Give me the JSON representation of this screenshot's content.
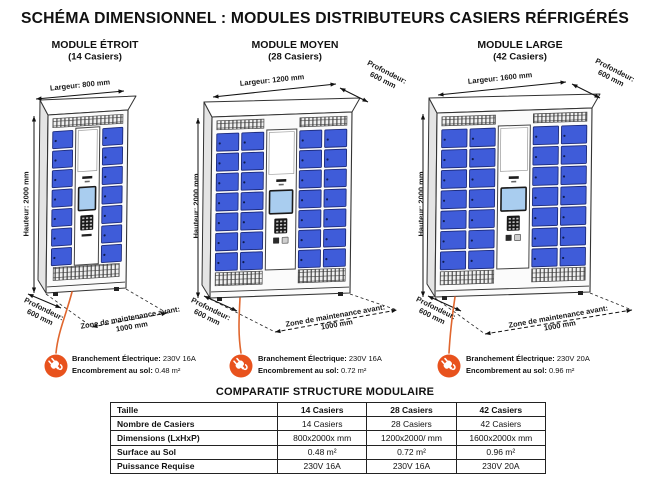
{
  "title": "SCHÉMA DIMENSIONNEL : MODULES DISTRIBUTEURS CASIERS RÉFRIGÉRÉS",
  "modules": [
    {
      "name": "MODULE ÉTROIT",
      "capacity": "(14 Casiers)",
      "largeur": "Largeur: 800 mm",
      "hauteur": "Hauteur: 2000 mm",
      "profondeur": [
        "Profondeur:",
        "600 mm"
      ],
      "zone": [
        "Zone de maintenance avant:",
        "1000 mm"
      ],
      "branchement": {
        "label": "Branchement Électrique:",
        "value": "230V 16A"
      },
      "encombrement": {
        "label": "Encombrement au sol:",
        "value": "0.48 m²"
      }
    },
    {
      "name": "MODULE MOYEN",
      "capacity": "(28 Casiers)",
      "largeur": "Largeur: 1200 mm",
      "hauteur": "Hauteur: 2000 mm",
      "profondeur": [
        "Profondeur:",
        "600 mm"
      ],
      "profondeur_top": [
        "Profondeur:",
        "600 mm"
      ],
      "zone": [
        "Zone de maintenance avant:",
        "1000 mm"
      ],
      "branchement": {
        "label": "Branchement Électrique:",
        "value": "230V 16A"
      },
      "encombrement": {
        "label": "Encombrement au sol:",
        "value": "0.72 m²"
      }
    },
    {
      "name": "MODULE LARGE",
      "capacity": "(42 Casiers)",
      "largeur": "Largeur: 1600 mm",
      "hauteur": "Hauteur: 2000 mm",
      "profondeur": [
        "Profondeur:",
        "600 mm"
      ],
      "profondeur_top": [
        "Profondeur:",
        "600 mm"
      ],
      "zone": [
        "Zone de maintenance avant:",
        "1000 mm"
      ],
      "branchement": {
        "label": "Branchement Électrique:",
        "value": "230V 20A"
      },
      "encombrement": {
        "label": "Encombrement au sol:",
        "value": "0.96 m²"
      }
    }
  ],
  "comparison": {
    "title": "COMPARATIF STRUCTURE MODULAIRE",
    "header": [
      "Taille",
      "14 Casiers",
      "28 Casiers",
      "42 Casiers"
    ],
    "rows": [
      [
        "Nombre de Casiers",
        "14 Casiers",
        "28 Casiers",
        "42 Casiers"
      ],
      [
        "Dimensions (LxHxP)",
        "800x2000x mm",
        "1200x2000/ mm",
        "1600x2000x mm"
      ],
      [
        "Surface au Sol",
        "0.48 m²",
        "0.72 m²",
        "0.96 m²"
      ],
      [
        "Puissance Requise",
        "230V 16A",
        "230V 16A",
        "230V 20A"
      ]
    ]
  },
  "icons": {
    "plug": "electrical-plug-icon"
  },
  "colors": {
    "door_blue": "#3f5cd9",
    "door_border": "#1c2a7a",
    "screen_blue": "#a9cdef",
    "plug_orange": "#e8521d",
    "wire_orange": "#e0662e",
    "outline": "#333333"
  }
}
